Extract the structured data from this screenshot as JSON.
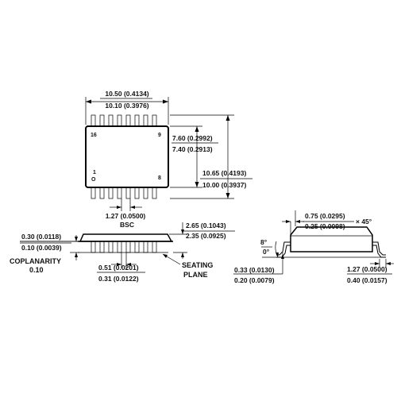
{
  "top_view": {
    "width_max": "10.50 (0.4134)",
    "width_min": "10.10 (0.3976)",
    "body_width_max": "7.60 (0.2992)",
    "body_width_min": "7.40 (0.2913)",
    "overall_max": "10.65 (0.4193)",
    "overall_min": "10.00 (0.3937)",
    "pin_16": "16",
    "pin_9": "9",
    "pin_1": "1",
    "pin_8": "8",
    "pin_1_marker": "O",
    "pitch": "1.27 (0.0500)",
    "pitch_note": "BSC"
  },
  "side_view": {
    "standoff_max": "0.30 (0.0118)",
    "standoff_min": "0.10 (0.0039)",
    "height_max": "2.65 (0.1043)",
    "height_min": "2.35 (0.0925)",
    "coplanarity_label": "COPLANARITY",
    "coplanarity_value": "0.10",
    "lead_width_max": "0.51 (0.0201)",
    "lead_width_min": "0.31 (0.0122)",
    "seating_label": "SEATING",
    "plane_label": "PLANE"
  },
  "end_view": {
    "chamfer_max": "0.75 (0.0295)",
    "chamfer_min": "0.25 (0.0098)",
    "chamfer_angle": "× 45°",
    "angle_max": "8°",
    "angle_min": "0°",
    "lead_thk_max": "0.33 (0.0130)",
    "lead_thk_min": "0.20 (0.0079)",
    "foot_max": "1.27 (0.0500)",
    "foot_min": "0.40 (0.0157)"
  }
}
